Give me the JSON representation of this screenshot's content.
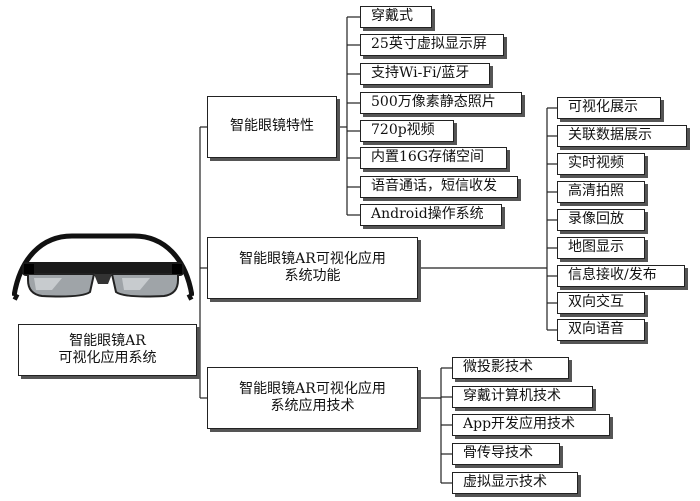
{
  "root": {
    "label_line1": "智能眼镜AR",
    "label_line2": "可视化应用系统"
  },
  "branches": [
    {
      "label_line1": "智能眼镜特性",
      "label_line2": "",
      "items": [
        "穿戴式",
        "25英寸虚拟显示屏",
        "支持Wi-Fi/蓝牙",
        "500万像素静态照片",
        "720p视频",
        "内置16G存储空间",
        "语音通话，短信收发",
        "Android操作系统"
      ]
    },
    {
      "label_line1": "智能眼镜AR可视化应用",
      "label_line2": "系统功能",
      "items": [
        "可视化展示",
        "关联数据展示",
        "实时视频",
        "高清拍照",
        "录像回放",
        "地图显示",
        "信息接收/发布",
        "双向交互",
        "双向语音"
      ]
    },
    {
      "label_line1": "智能眼镜AR可视化应用",
      "label_line2": "系统应用技术",
      "items": [
        "微投影技术",
        "穿戴计算机技术",
        "App开发应用技术",
        "骨传导技术",
        "虚拟显示技术"
      ]
    }
  ]
}
